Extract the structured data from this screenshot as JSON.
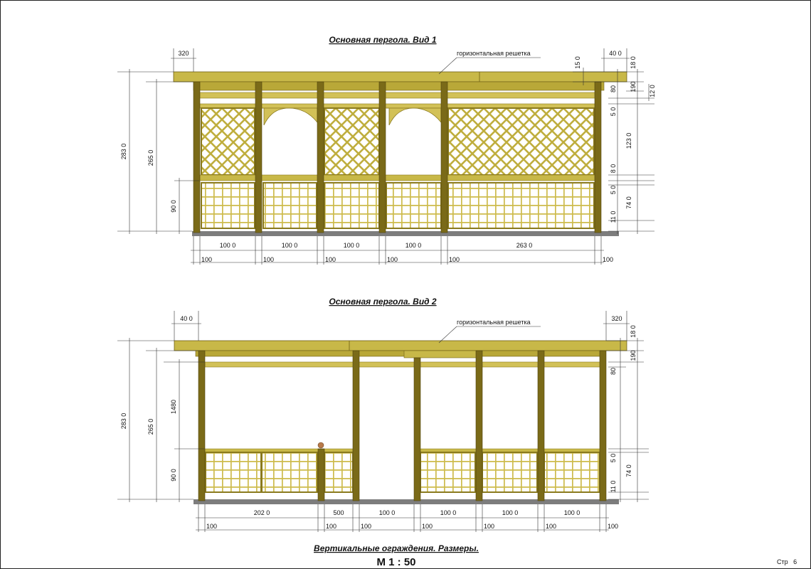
{
  "colors": {
    "wood": "#bfae3e",
    "wood_light": "#dccb63",
    "wood_dark": "#8a7a1e",
    "post": "#6f5f14",
    "ground": "#7d7d7d",
    "frame": "#222222"
  },
  "view1": {
    "title": "Основная пергола. Вид 1",
    "label": "горизонтальная решетка",
    "top_dims": [
      "320",
      "40 0"
    ],
    "right_dims": [
      "15 0",
      "18 0",
      "80",
      "190",
      "12 0",
      "5 0",
      "123 0",
      "8 0",
      "5 0",
      "74 0",
      "11 0"
    ],
    "left_dims": [
      "283 0",
      "265 0",
      "90 0"
    ],
    "bottom_spans": [
      "100 0",
      "100 0",
      "100 0",
      "100 0",
      "263 0"
    ],
    "post_dims": [
      "100",
      "100",
      "100",
      "100",
      "100",
      "100"
    ]
  },
  "view2": {
    "title": "Основная пергола. Вид 2",
    "label": "горизонтальная решетка",
    "top_dims": [
      "40 0",
      "320"
    ],
    "right_dims": [
      "18 0",
      "190",
      "80",
      "5 0",
      "74 0",
      "11 0"
    ],
    "left_dims": [
      "283 0",
      "265 0",
      "1480",
      "90 0"
    ],
    "bottom_spans": [
      "202 0",
      "500",
      "100 0",
      "100 0",
      "100 0",
      "100 0"
    ],
    "post_dims": [
      "100",
      "100",
      "100",
      "100",
      "100",
      "100",
      "100"
    ]
  },
  "footer": {
    "caption": "Вертикальные ограждения. Размеры.",
    "scale": "М 1 : 50",
    "page": "Стр   6"
  }
}
